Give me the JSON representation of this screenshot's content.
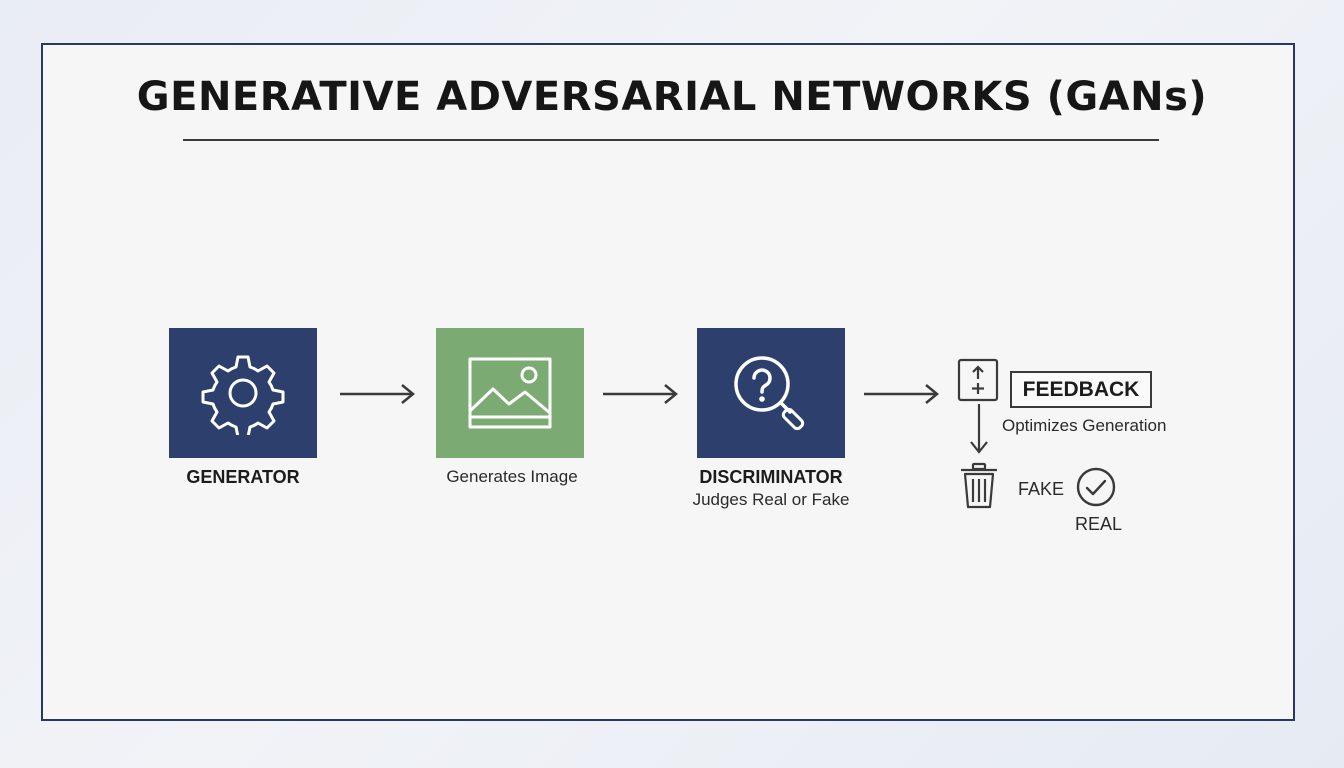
{
  "title": "GENERATIVE ADVERSARIAL NETWORKS (GANs)",
  "colors": {
    "navy": "#2d3f6d",
    "green": "#7bab73",
    "frame_border": "#2a3766",
    "ink": "#3a3a3a"
  },
  "nodes": {
    "generator": {
      "label": "GENERATOR",
      "icon": "gear-icon"
    },
    "image": {
      "label": "Generates Image",
      "icon": "image-icon"
    },
    "discriminator": {
      "label": "DISCRIMINATOR",
      "sublabel": "Judges Real or Fake",
      "icon": "magnifier-question-icon"
    }
  },
  "feedback": {
    "label": "FEEDBACK",
    "sublabel": "Optimizes Generation",
    "icon": "up-plus-box-icon"
  },
  "outcomes": {
    "fake": {
      "label": "FAKE",
      "icon": "trash-icon"
    },
    "real": {
      "label": "REAL",
      "icon": "check-circle-icon"
    }
  }
}
